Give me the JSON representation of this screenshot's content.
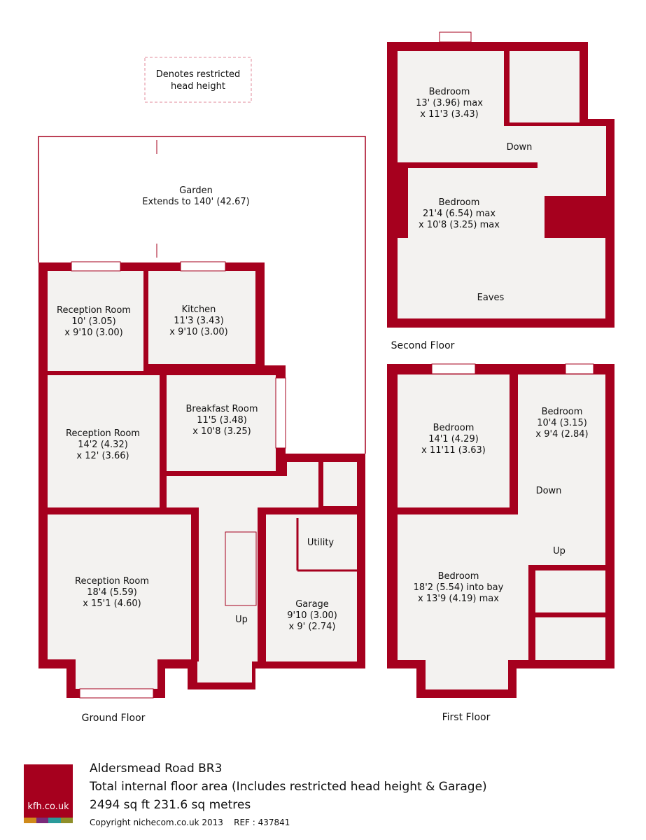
{
  "legend": {
    "line1": "Denotes restricted",
    "line2": "head height"
  },
  "ground_floor": {
    "title": "Ground Floor",
    "garden": {
      "name": "Garden",
      "dims": "Extends to 140' (42.67)"
    },
    "rooms": [
      {
        "name": "Reception Room",
        "l1": "10' (3.05)",
        "l2": "x 9'10 (3.00)"
      },
      {
        "name": "Kitchen",
        "l1": "11'3 (3.43)",
        "l2": "x 9'10 (3.00)"
      },
      {
        "name": "Reception Room",
        "l1": "14'2 (4.32)",
        "l2": "x 12' (3.66)"
      },
      {
        "name": "Breakfast Room",
        "l1": "11'5 (3.48)",
        "l2": "x 10'8 (3.25)"
      },
      {
        "name": "Reception Room",
        "l1": "18'4 (5.59)",
        "l2": "x 15'1 (4.60)"
      },
      {
        "name": "Garage",
        "l1": "9'10 (3.00)",
        "l2": "x 9' (2.74)"
      }
    ],
    "utility": "Utility",
    "up": "Up"
  },
  "second_floor": {
    "title": "Second Floor",
    "rooms": [
      {
        "name": "Bedroom",
        "l1": "13' (3.96) max",
        "l2": "x 11'3 (3.43)"
      },
      {
        "name": "Bedroom",
        "l1": "21'4 (6.54) max",
        "l2": "x 10'8 (3.25) max"
      }
    ],
    "down": "Down",
    "eaves": "Eaves"
  },
  "first_floor": {
    "title": "First Floor",
    "rooms": [
      {
        "name": "Bedroom",
        "l1": "14'1 (4.29)",
        "l2": "x 11'11 (3.63)"
      },
      {
        "name": "Bedroom",
        "l1": "10'4 (3.15)",
        "l2": "x 9'4 (2.84)"
      },
      {
        "name": "Bedroom",
        "l1": "18'2 (5.54) into bay",
        "l2": "x 13'9 (4.19) max"
      }
    ],
    "down": "Down",
    "up": "Up"
  },
  "footer": {
    "logo": "kfh.co.uk",
    "address": "Aldersmead Road  BR3",
    "area_note": "Total internal floor area (Includes restricted head height & Garage)",
    "area": "2494 sq ft 231.6 sq metres",
    "copyright": "Copyright nichecom.co.uk 2013",
    "ref": "REF : 437841"
  },
  "colors": {
    "wall": "#a6001e",
    "floor": "#f3f2f0",
    "logo_stripes": [
      "#d08a1a",
      "#7a2a7a",
      "#2a9a9a",
      "#8f8f2a"
    ]
  }
}
